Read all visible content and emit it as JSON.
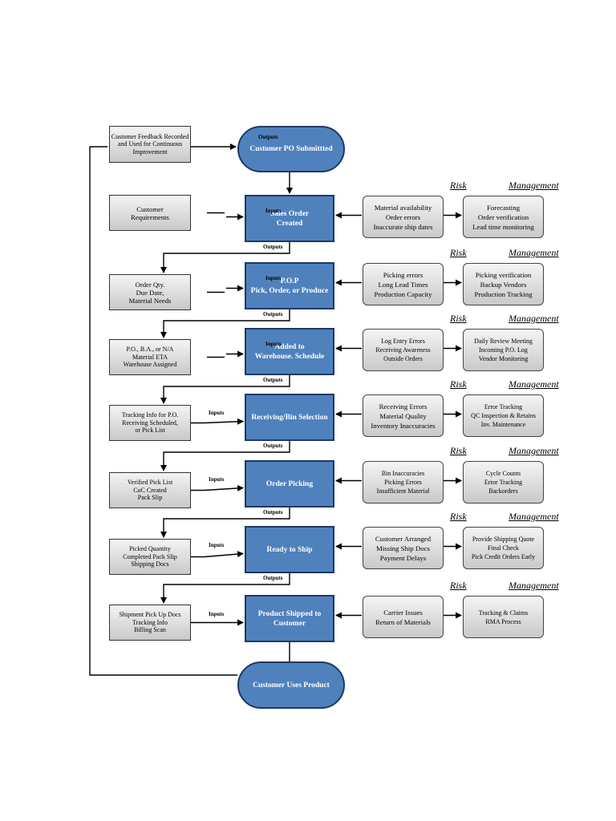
{
  "diagram": {
    "start_terminal": "Customer PO Submittted",
    "end_terminal": "Customer Uses Product",
    "feedback_box": [
      "Customer Feedback Recorded",
      "and Used for Continuous",
      "Improvement"
    ],
    "risk_header": "Risk",
    "management_header": "Management",
    "connector_labels": {
      "outputs": "Outputs",
      "inputs": "Inputs"
    },
    "stages": [
      {
        "process": [
          "Sales Order",
          "Created"
        ],
        "input": [
          "Customer",
          "Requirements"
        ],
        "risks": [
          "Material availability",
          "Order errors",
          "Inaccurate ship dates"
        ],
        "management": [
          "Forecasting",
          "Order verification",
          "Lead time monitoring"
        ]
      },
      {
        "process": [
          "P.O.P",
          "Pick, Order, or Produce"
        ],
        "input": [
          "Order Qty.",
          "Due Date,",
          "Material Needs"
        ],
        "risks": [
          "Picking errors",
          "Long Lead Times",
          "Production Capacity"
        ],
        "management": [
          "Picking verification",
          "Backup Vendors",
          "Production Tracking"
        ]
      },
      {
        "process": [
          "Added to",
          "Warehouse. Schedule"
        ],
        "input": [
          "P.O., B.A., or N/A",
          "Material ETA",
          "Warehouse Assigned"
        ],
        "risks": [
          "Log Entry Errors",
          "Receiving Awareness",
          "Outside Orders"
        ],
        "management": [
          "Daily Review Meeting",
          "Incoming P.O. Log",
          "Vendor Monitoring"
        ]
      },
      {
        "process": [
          "Receiving/Bin Selection"
        ],
        "input": [
          "Tracking Info for P.O.",
          "Receiving Scheduled,",
          "or Pick List"
        ],
        "risks": [
          "Receiving Errors",
          "Material Quality",
          "Inventory Inaccuracies"
        ],
        "management": [
          "Error Tracking",
          "QC Inspection & Retains",
          "Inv. Maintenance"
        ]
      },
      {
        "process": [
          "Order Picking"
        ],
        "input": [
          "Verified Pick List",
          "CoC Created",
          "Pack Slip"
        ],
        "risks": [
          "Bin Inaccuracies",
          "Picking Errors",
          "Insufficient Material"
        ],
        "management": [
          "Cycle Counts",
          "Error Tracking",
          "Backorders"
        ]
      },
      {
        "process": [
          "Ready to Ship"
        ],
        "input": [
          "Picked Quantity",
          "Completed Pack Slip",
          "Shipping Docs"
        ],
        "risks": [
          "Customer Arranged",
          "Missing Ship Docs",
          "Payment Delays"
        ],
        "management": [
          "Provide Shipping Quote",
          "Final Check",
          "Pick Credit Orders Early"
        ]
      },
      {
        "process": [
          "Product Shipped to",
          "Customer"
        ],
        "input": [
          "Shipment Pick Up Docs",
          "Tracking Info",
          "Billing Scan"
        ],
        "risks": [
          "Carrier Issues",
          "Return of Materials"
        ],
        "management": [
          "Tracking & Claims",
          "RMA Process"
        ]
      }
    ]
  }
}
